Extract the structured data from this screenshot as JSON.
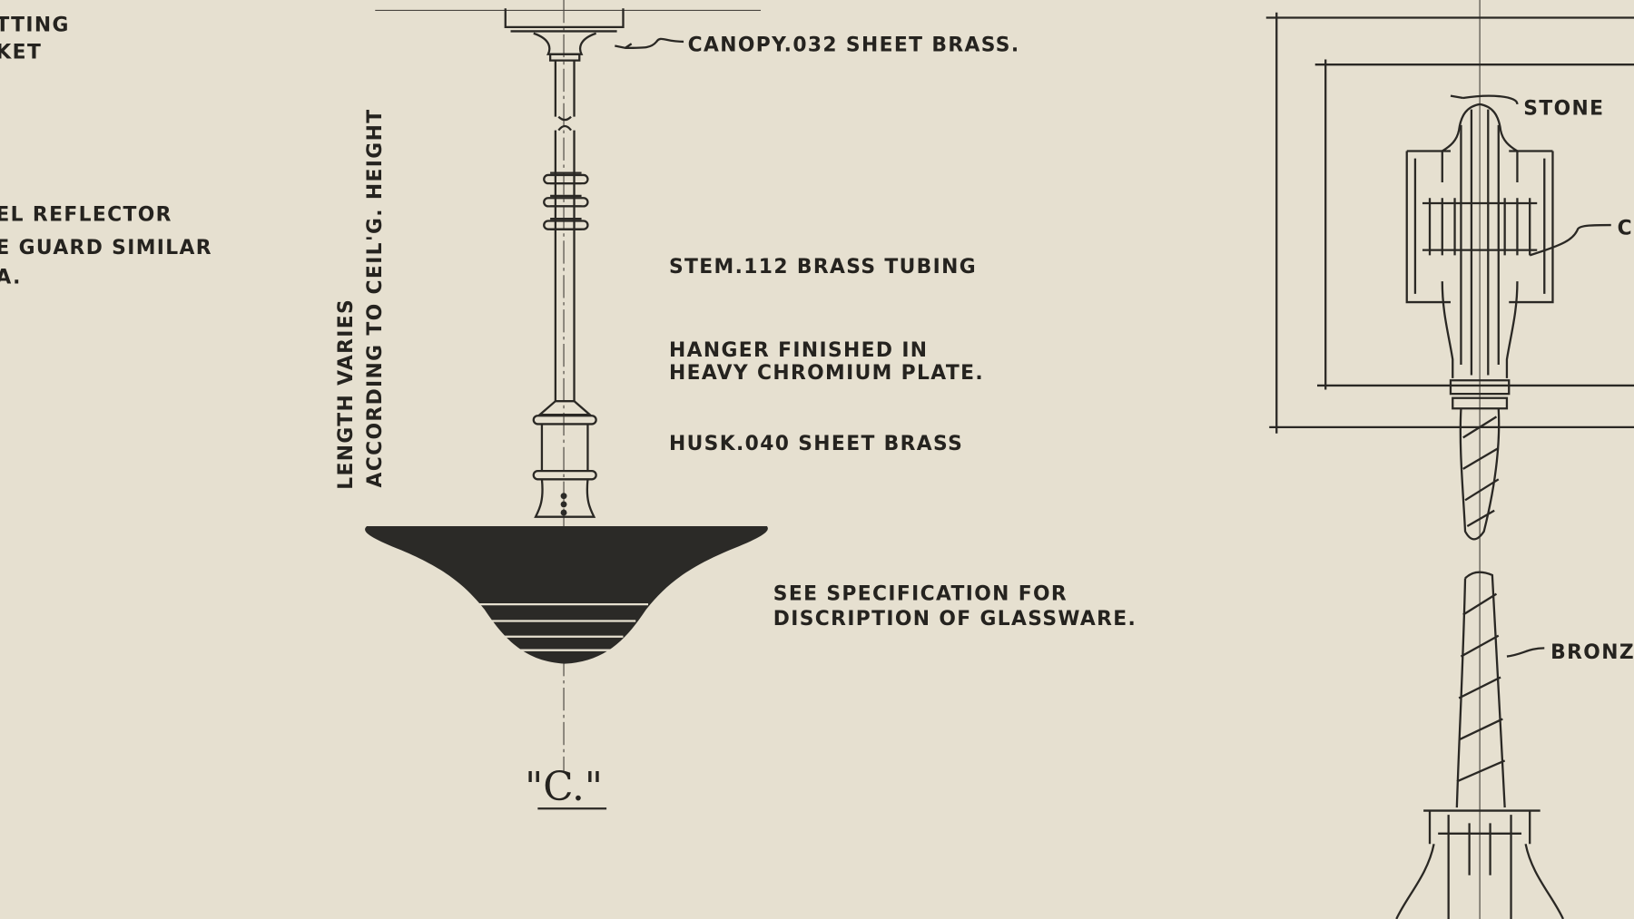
{
  "left_notes": {
    "line1": "TTING",
    "line2": "KET",
    "line3": "EL REFLECTOR",
    "line4": "E GUARD SIMILAR",
    "line5": "A."
  },
  "fixture_c": {
    "canopy": "CANOPY.032 SHEET BRASS.",
    "stem": "STEM.112 BRASS TUBING",
    "hanger_line1": "HANGER FINISHED IN",
    "hanger_line2": "HEAVY CHROMIUM PLATE.",
    "husk": "HUSK.040 SHEET BRASS",
    "length_line1": "LENGTH VARIES",
    "length_line2": "ACCORDING TO CEIL'G. HEIGHT",
    "glass_line1": "SEE SPECIFICATION FOR",
    "glass_line2": "DISCRIPTION OF GLASSWARE.",
    "designation": "\"C.\""
  },
  "right_detail": {
    "stone": "STONE",
    "c_label": "C",
    "bronze": "BRONZ"
  },
  "colors": {
    "paper": "#e6e0d0",
    "ink": "#2a2824"
  }
}
